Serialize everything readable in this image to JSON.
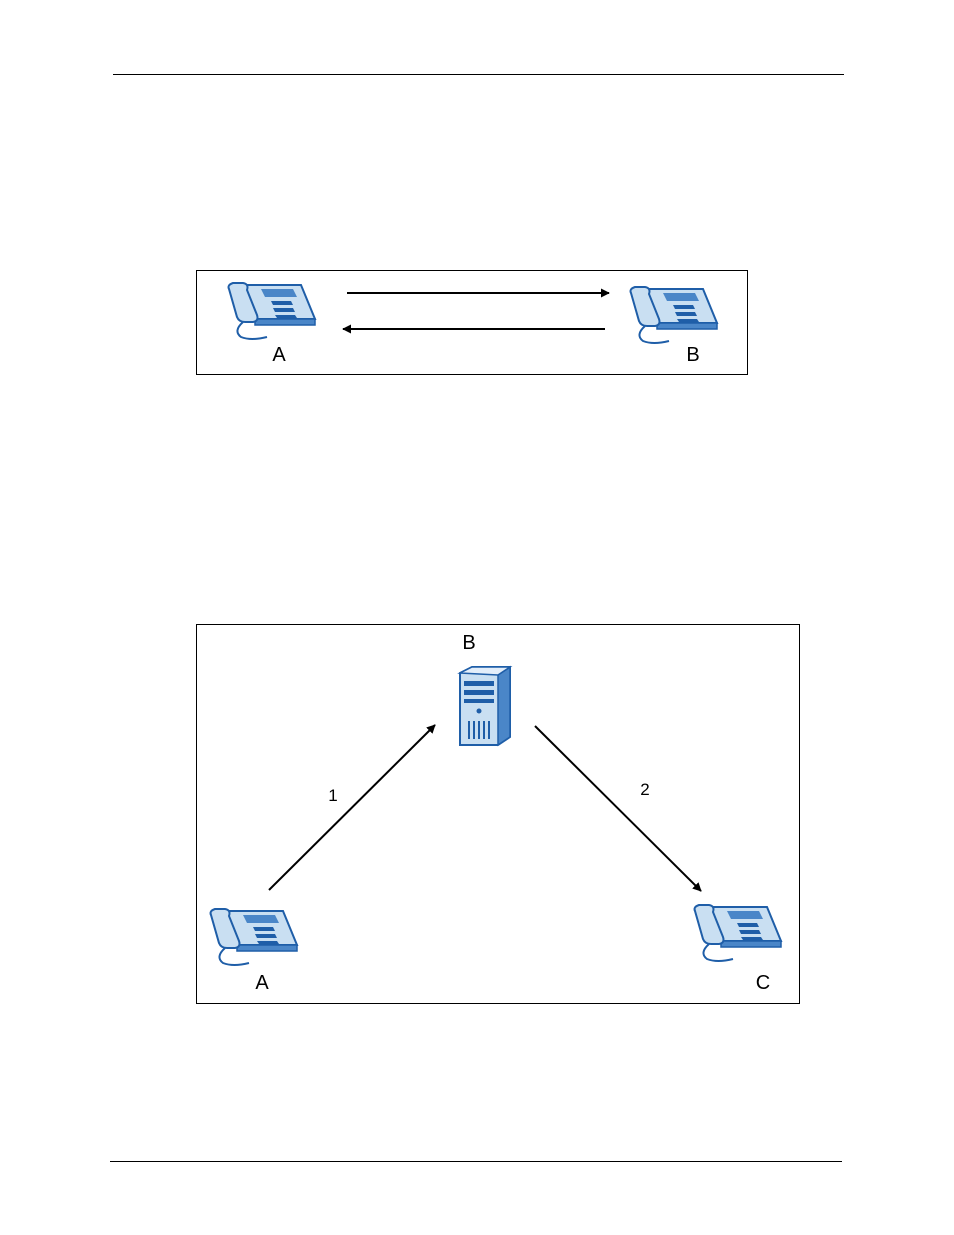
{
  "page": {
    "colors": {
      "rule": "#000000",
      "border": "#000000",
      "arrow": "#000000",
      "device_body": "#c9dff2",
      "device_dark": "#1f5ea8",
      "device_mid": "#4a86c8"
    }
  },
  "figure1": {
    "nodes": [
      {
        "id": "A",
        "label": "A",
        "icon": "phone-icon"
      },
      {
        "id": "B",
        "label": "B",
        "icon": "phone-icon"
      }
    ],
    "arrows": [
      {
        "from": "A",
        "to": "B"
      },
      {
        "from": "B",
        "to": "A"
      }
    ]
  },
  "figure2": {
    "nodes": [
      {
        "id": "A",
        "label": "A",
        "icon": "phone-icon"
      },
      {
        "id": "B",
        "label": "B",
        "icon": "server-icon"
      },
      {
        "id": "C",
        "label": "C",
        "icon": "phone-icon"
      }
    ],
    "arrows": [
      {
        "from": "A",
        "to": "B",
        "label": "1"
      },
      {
        "from": "B",
        "to": "C",
        "label": "2"
      }
    ]
  }
}
